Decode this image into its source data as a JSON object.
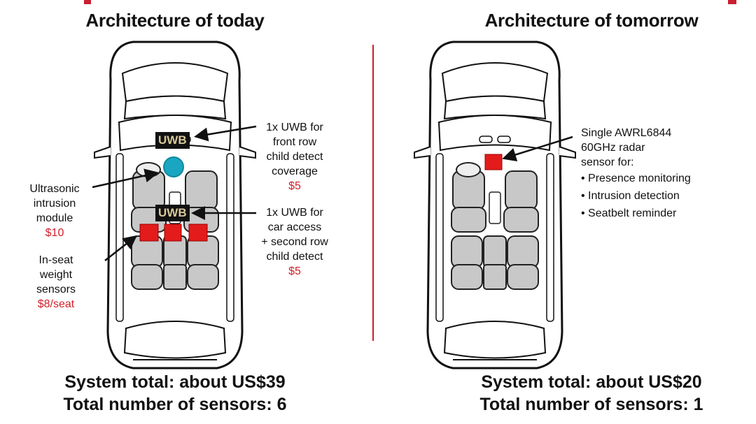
{
  "left": {
    "title": "Architecture of today",
    "uwb_label": "UWB",
    "callouts": {
      "uwb_front": {
        "lines": [
          "1x UWB for",
          "front row",
          "child detect",
          "coverage"
        ],
        "price": "$5"
      },
      "uwb_rear": {
        "lines": [
          "1x UWB for",
          "car access",
          "+ second row",
          "child detect"
        ],
        "price": "$5"
      },
      "ultrasonic": {
        "lines": [
          "Ultrasonic",
          "intrusion",
          "module"
        ],
        "price": "$10"
      },
      "weight": {
        "lines": [
          "In-seat",
          "weight",
          "sensors"
        ],
        "price": "$8/seat"
      }
    },
    "system_total": "System total: about US$39",
    "sensor_count": "Total number of sensors: 6"
  },
  "right": {
    "title": "Architecture of tomorrow",
    "callout_lines": [
      "Single AWRL6844",
      "60GHz radar",
      "sensor for:"
    ],
    "bullets": [
      "• Presence monitoring",
      "• Intrusion detection",
      "• Seatbelt reminder"
    ],
    "system_total": "System total: about US$20",
    "sensor_count": "Total number of sensors: 1"
  },
  "colors": {
    "accent_red": "#d0202a",
    "sensor_red": "#e31b1b",
    "ultrasonic_cyan": "#1aa6c0",
    "divider": "#c82030"
  }
}
